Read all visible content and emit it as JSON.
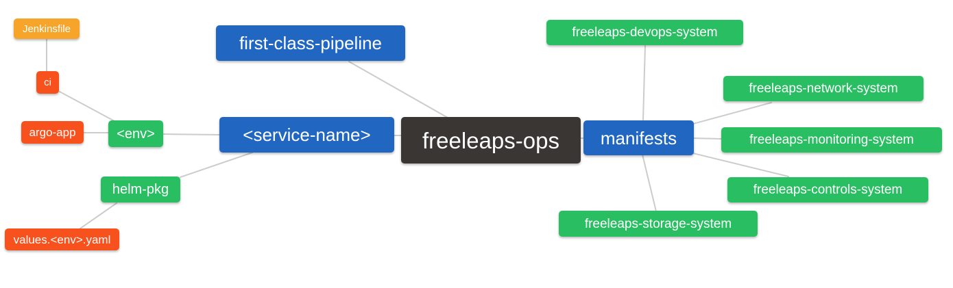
{
  "palette": {
    "blue": "#2167C2",
    "green": "#29BE62",
    "red_orange": "#F7511D",
    "orange": "#F7A42B",
    "dark": "#3A3634",
    "edge_line": "#CCCCCC",
    "background": "#FFFFFF",
    "node_text": "#FFFFFF"
  },
  "diagram": {
    "type": "mindmap",
    "root": "freeleaps-ops",
    "nodes": [
      {
        "id": "jenkinsfile",
        "label": "Jenkinsfile",
        "color": "orange"
      },
      {
        "id": "ci",
        "label": "ci",
        "color": "red_orange"
      },
      {
        "id": "argo-app",
        "label": "argo-app",
        "color": "red_orange"
      },
      {
        "id": "env",
        "label": "<env>",
        "color": "green"
      },
      {
        "id": "helm-pkg",
        "label": "helm-pkg",
        "color": "green"
      },
      {
        "id": "values-env-yaml",
        "label": "values.<env>.yaml",
        "color": "red_orange"
      },
      {
        "id": "first-class-pipeline",
        "label": "first-class-pipeline",
        "color": "blue"
      },
      {
        "id": "service-name",
        "label": "<service-name>",
        "color": "blue"
      },
      {
        "id": "freeleaps-ops",
        "label": "freeleaps-ops",
        "color": "dark"
      },
      {
        "id": "manifests",
        "label": "manifests",
        "color": "blue"
      },
      {
        "id": "freeleaps-devops-system",
        "label": "freeleaps-devops-system",
        "color": "green"
      },
      {
        "id": "freeleaps-network-system",
        "label": "freeleaps-network-system",
        "color": "green"
      },
      {
        "id": "freeleaps-monitoring-system",
        "label": "freeleaps-monitoring-system",
        "color": "green"
      },
      {
        "id": "freeleaps-controls-system",
        "label": "freeleaps-controls-system",
        "color": "green"
      },
      {
        "id": "freeleaps-storage-system",
        "label": "freeleaps-storage-system",
        "color": "green"
      }
    ],
    "edges": [
      {
        "from": "Jenkinsfile",
        "to": "ci"
      },
      {
        "from": "ci",
        "to": "<env>"
      },
      {
        "from": "argo-app",
        "to": "<env>"
      },
      {
        "from": "<env>",
        "to": "<service-name>"
      },
      {
        "from": "helm-pkg",
        "to": "<service-name>"
      },
      {
        "from": "values.<env>.yaml",
        "to": "helm-pkg"
      },
      {
        "from": "first-class-pipeline",
        "to": "freeleaps-ops"
      },
      {
        "from": "<service-name>",
        "to": "freeleaps-ops"
      },
      {
        "from": "freeleaps-ops",
        "to": "manifests"
      },
      {
        "from": "manifests",
        "to": "freeleaps-devops-system"
      },
      {
        "from": "manifests",
        "to": "freeleaps-network-system"
      },
      {
        "from": "manifests",
        "to": "freeleaps-monitoring-system"
      },
      {
        "from": "manifests",
        "to": "freeleaps-controls-system"
      },
      {
        "from": "manifests",
        "to": "freeleaps-storage-system"
      }
    ]
  }
}
